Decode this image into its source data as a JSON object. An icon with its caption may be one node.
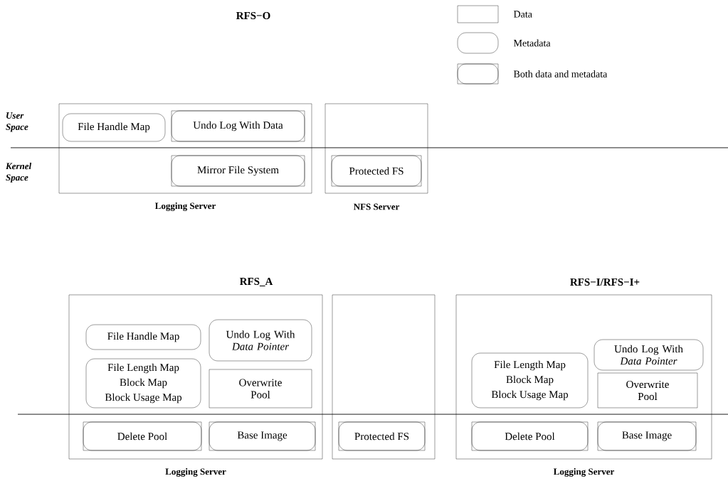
{
  "diagram": {
    "nodes": [
      {
        "text": [],
        "shape": "box",
        "beside": [
          "Logging Server"
        ]
      },
      {
        "text": [
          "File Handle Map"
        ],
        "in": 0
      },
      {
        "text": [
          "Undo Log With Data"
        ],
        "in": 0
      },
      {
        "text": [
          "Mirror File System"
        ],
        "in": 0
      },
      {
        "text": [],
        "shape": "box",
        "beside": [
          "NFS Server"
        ]
      },
      {
        "text": [
          "Protected FS"
        ],
        "in": 4
      },
      {
        "text": [],
        "shape": "box",
        "beside": [
          "Logging Server"
        ]
      },
      {
        "text": [
          "File Handle Map"
        ],
        "in": 6
      },
      {
        "text": [
          "Undo Log With *Data Pointer*"
        ],
        "in": 6
      },
      {
        "text": [
          "File Length Map",
          "Block Map",
          "Block Usage Map"
        ],
        "in": 6
      },
      {
        "text": [
          "Overwrite Pool"
        ],
        "in": 6
      },
      {
        "text": [
          "Delete Pool"
        ],
        "in": 6
      },
      {
        "text": [
          "Base Image"
        ],
        "in": 6
      },
      {
        "text": [],
        "shape": "box"
      },
      {
        "text": [
          "Protected FS"
        ],
        "in": 13
      },
      {
        "text": [],
        "shape": "box",
        "beside": [
          "Logging Server"
        ]
      },
      {
        "text": [
          "File Length Map",
          "Block Map",
          "Block Usage Map"
        ],
        "in": 15
      },
      {
        "text": [
          "Undo Log With *Data Pointer*"
        ],
        "in": 15
      },
      {
        "text": [
          "Overwrite Pool"
        ],
        "in": 15
      },
      {
        "text": [
          "Delete Pool"
        ],
        "in": 15
      },
      {
        "text": [
          "Base Image"
        ],
        "in": 15
      }
    ],
    "labels": [
      "RFS−O",
      "User Space",
      "Kernel Space",
      "RFS_A",
      "RFS−I/RFS−I+"
    ],
    "legend": [
      {
        "text": "Data"
      },
      {
        "text": "Metadata"
      },
      {
        "text": "Both data and metadata"
      }
    ]
  }
}
